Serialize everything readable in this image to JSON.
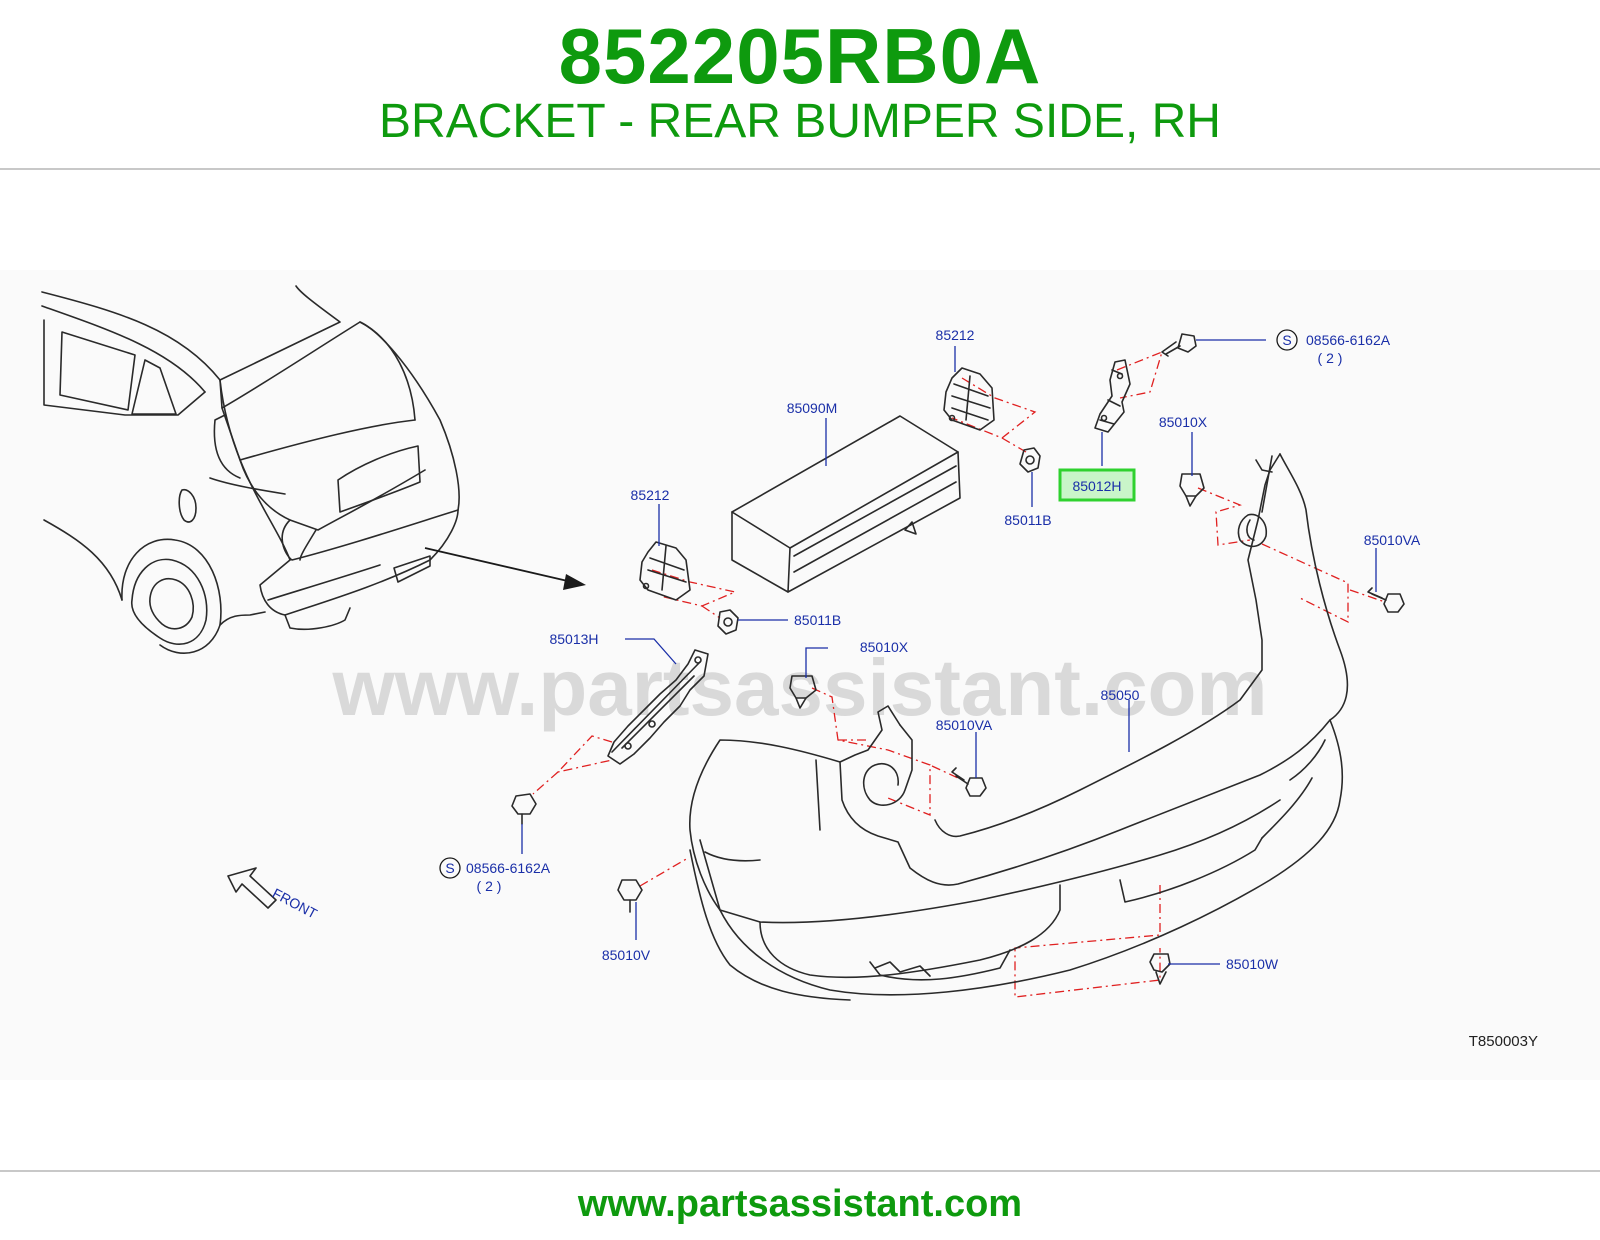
{
  "header": {
    "part_number": "852205RB0A",
    "description": "BRACKET - REAR BUMPER SIDE, RH"
  },
  "colors": {
    "brand_green": "#0e9a0e",
    "callout_blue": "#1a2fa8",
    "dashed_red": "#e02020",
    "highlight_green": "#2fd12f",
    "highlight_fill": "#c9f5c9",
    "line_art": "#2a2a2a",
    "watermark": "#d9d9d9"
  },
  "diagram": {
    "watermark": "www.partsassistant.com",
    "front_label": "FRONT",
    "drawing_code": "T850003Y",
    "symbol_s": "S",
    "qty_2": "( 2 )",
    "callouts": {
      "p85212_top": "85212",
      "p85090m": "85090M",
      "p85011b_top": "85011B",
      "p85012h": "85012H",
      "p08566_top": "08566-6162A",
      "p85010x_top": "85010X",
      "p85010va_right": "85010VA",
      "p85212_left": "85212",
      "p85011b_left": "85011B",
      "p85013h": "85013H",
      "p85010x_mid": "85010X",
      "p85050": "85050",
      "p85010va_mid": "85010VA",
      "p08566_bottom": "08566-6162A",
      "p85010v": "85010V",
      "p85010w": "85010W"
    }
  },
  "footer": {
    "url": "www.partsassistant.com"
  }
}
